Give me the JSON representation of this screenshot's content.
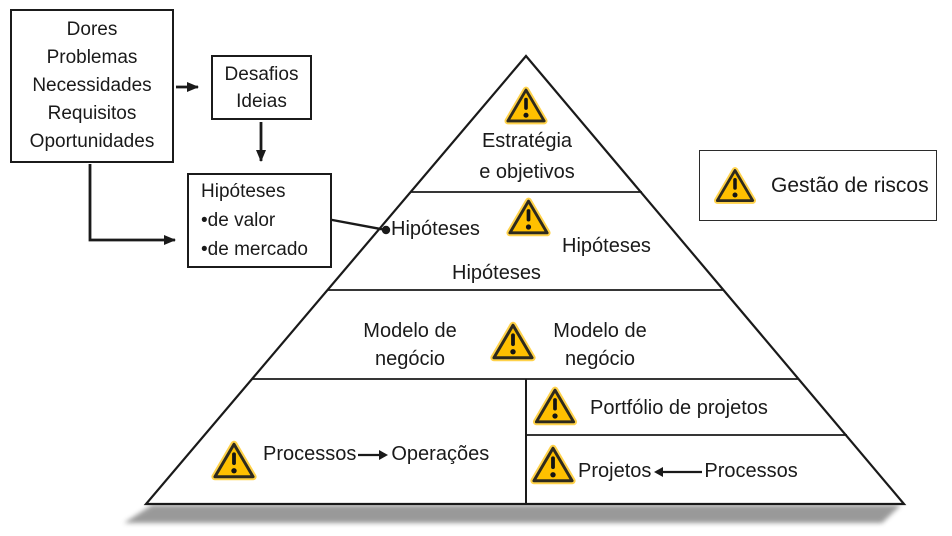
{
  "diagram": {
    "sources_box": {
      "lines": [
        "Dores",
        "Problemas",
        "Necessidades",
        "Requisitos",
        "Oportunidades"
      ]
    },
    "challenges_box": {
      "lines": [
        "Desafios",
        "Ideias"
      ]
    },
    "hypotheses_box": {
      "lines": [
        "Hipóteses",
        "•de valor",
        "•de mercado"
      ]
    },
    "pyramid": {
      "layer1": {
        "line1": "Estratégia",
        "line2": "e objetivos"
      },
      "layer2": {
        "left": "Hipóteses",
        "right": "Hipóteses",
        "bottom": "Hipóteses"
      },
      "layer3": {
        "left": "Modelo de negócio",
        "right": "Modelo de negócio"
      },
      "layer4_left": {
        "source": "Processos",
        "target": "Operações"
      },
      "layer4_right_top": {
        "label": "Portfólio de projetos"
      },
      "layer4_right_bottom": {
        "target": "Projetos",
        "source": "Processos"
      }
    },
    "legend": {
      "label": "Gestão de riscos"
    },
    "icons": {
      "warning": "triangle-exclamation ⚠"
    },
    "colors": {
      "background": "#ffffff",
      "outline": "#1a1a1a",
      "warning_fill": "#ffc000",
      "warning_halo": "#ffd24a",
      "warning_border": "#2e2a1d",
      "shadow": "#8f8f8f"
    }
  }
}
